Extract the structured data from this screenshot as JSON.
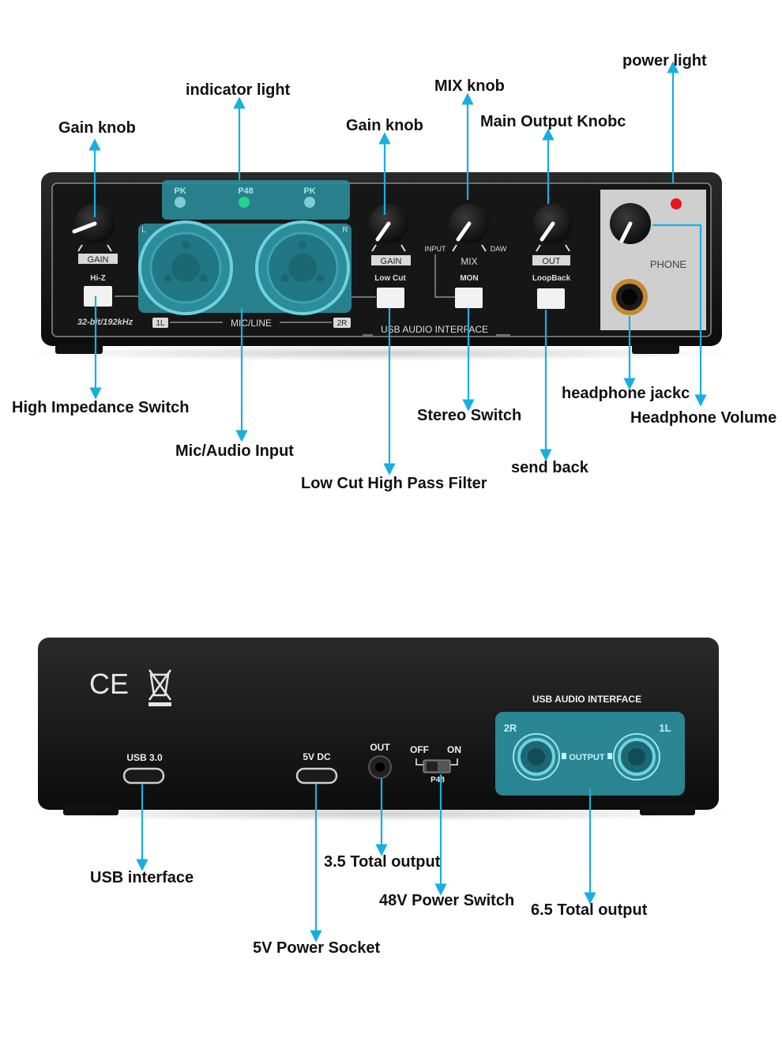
{
  "front": {
    "callouts": {
      "power_light": "power light",
      "indicator_light": "indicator light",
      "mix_knob": "MIX knob",
      "gain_knob_left": "Gain knob",
      "gain_knob_right": "Gain knob",
      "main_output_knob": "Main Output Knobc",
      "high_impedance_switch": "High Impedance Switch",
      "mic_audio_input": "Mic/Audio Input",
      "low_cut_filter": "Low Cut High Pass Filter",
      "stereo_switch": "Stereo Switch",
      "send_back": "send back",
      "headphone_jack": "headphone jackc",
      "headphone_volume": "Headphone Volume"
    },
    "panel": {
      "pk_left": "PK",
      "p48": "P48",
      "pk_right": "PK",
      "gain_left": "GAIN",
      "hi_z": "Hi-Z",
      "bitrate": "32-bit/192kHz",
      "ch1": "1L",
      "mic_line": "MIC/LINE",
      "ch2": "2R",
      "l": "L",
      "r": "R",
      "gain_right": "GAIN",
      "low_cut": "Low Cut",
      "input": "INPUT",
      "mix": "MIX",
      "daw": "DAW",
      "mon": "MON",
      "out": "OUT",
      "loopback": "LoopBack",
      "phone": "PHONE",
      "usb_audio_interface": "USB AUDIO INTERFACE"
    }
  },
  "back": {
    "callouts": {
      "usb_interface": "USB interface",
      "total_output_35": "3.5 Total output",
      "power_switch_48v": "48V Power Switch",
      "total_output_65": "6.5 Total output",
      "power_socket_5v": "5V Power Socket"
    },
    "panel": {
      "ce": "CE",
      "usb_audio_interface": "USB AUDIO INTERFACE",
      "usb30": "USB 3.0",
      "dc5v": "5V DC",
      "out": "OUT",
      "off": "OFF",
      "on": "ON",
      "p48": "P48",
      "ch2": "2R",
      "ch1": "1L",
      "output": "OUTPUT"
    }
  },
  "colors": {
    "arrow": "#19aee0",
    "device": "#151515",
    "highlight": "#2b8c9a",
    "power_led": "#e8141a",
    "p48_led": "#22d68a"
  }
}
